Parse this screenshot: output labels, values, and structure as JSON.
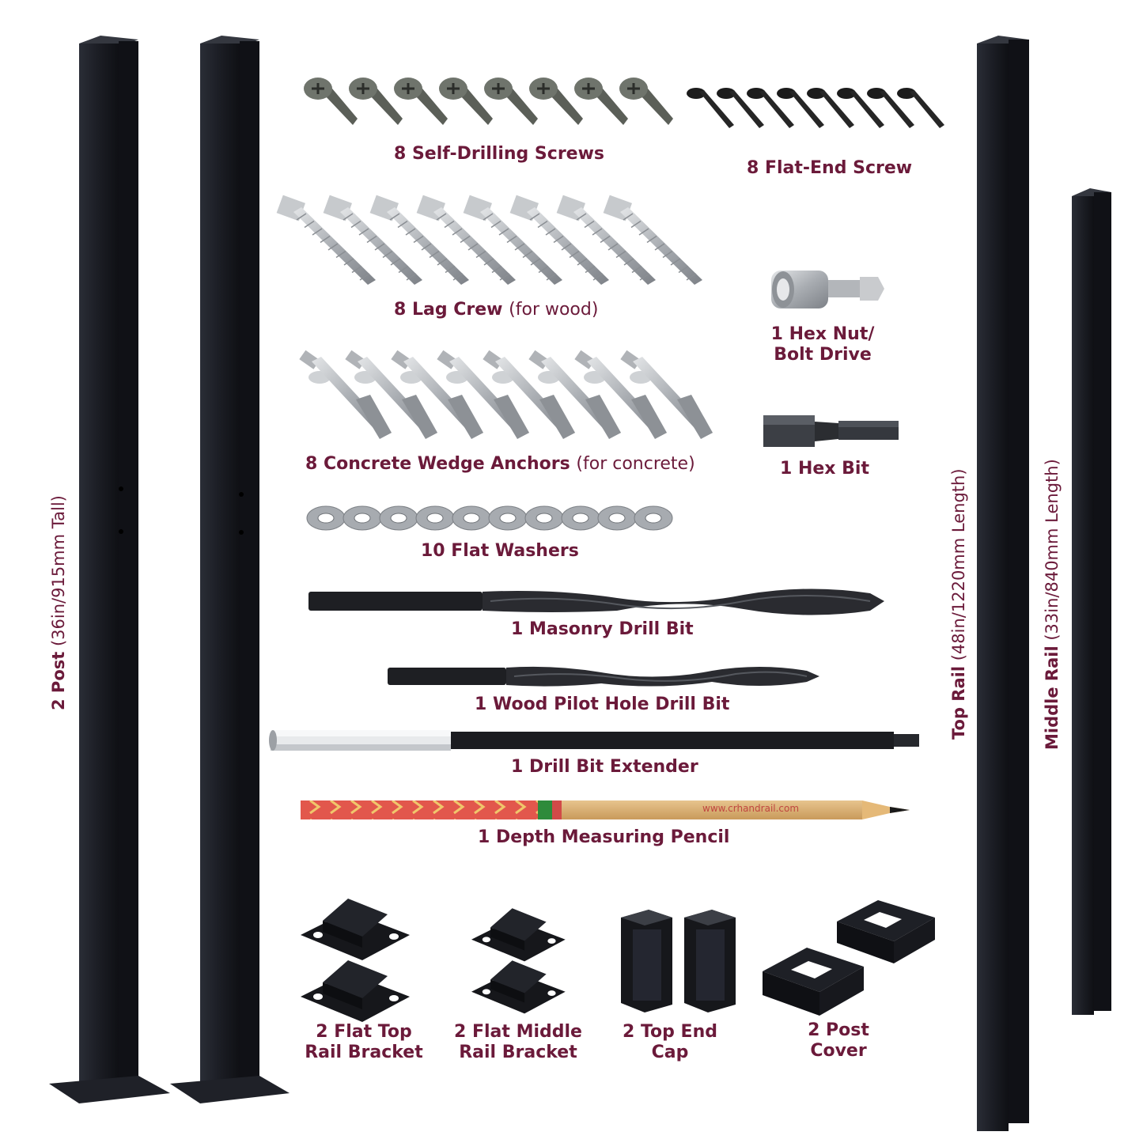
{
  "labels": {
    "self_drilling": "8 Self-Drilling Screws",
    "flat_end": "8 Flat-End Screw",
    "lag_main": "8 Lag Crew",
    "lag_note": "(for wood)",
    "hex_drive_1": "1 Hex Nut/",
    "hex_drive_2": "Bolt Drive",
    "wedge_main": "8 Concrete Wedge Anchors",
    "wedge_note": "(for concrete)",
    "hex_bit": "1 Hex Bit",
    "washers": "10 Flat Washers",
    "masonry_bit": "1 Masonry Drill Bit",
    "wood_bit": "1 Wood Pilot Hole Drill Bit",
    "extender": "1 Drill Bit Extender",
    "pencil": "1 Depth Measuring Pencil",
    "top_bracket_1": "2 Flat Top",
    "top_bracket_2": "Rail Bracket",
    "mid_bracket_1": "2 Flat Middle",
    "mid_bracket_2": "Rail Bracket",
    "end_cap_1": "2 Top End",
    "end_cap_2": "Cap",
    "post_cover_1": "2 Post",
    "post_cover_2": "Cover",
    "post_main": "2 Post",
    "post_note": "(36in/915mm Tall)",
    "top_rail_main": "Top Rail",
    "top_rail_note": "(48in/1220mm Length)",
    "mid_rail_main": "Middle Rail",
    "mid_rail_note": "(33in/840mm Length)",
    "pencil_url": "www.crhandrail.com"
  },
  "colors": {
    "label": "#6b1a3a",
    "post": "#1b1d24",
    "steel": "#b9bcc0",
    "screw_dark": "#1c1c1c"
  },
  "icons": [
    "post",
    "rail",
    "self-drilling-screw",
    "flat-end-screw",
    "lag-screw",
    "hex-nut-driver",
    "wedge-anchor",
    "hex-bit",
    "flat-washer",
    "drill-bit",
    "bit-extender",
    "pencil",
    "rail-bracket",
    "end-cap",
    "post-cover"
  ]
}
